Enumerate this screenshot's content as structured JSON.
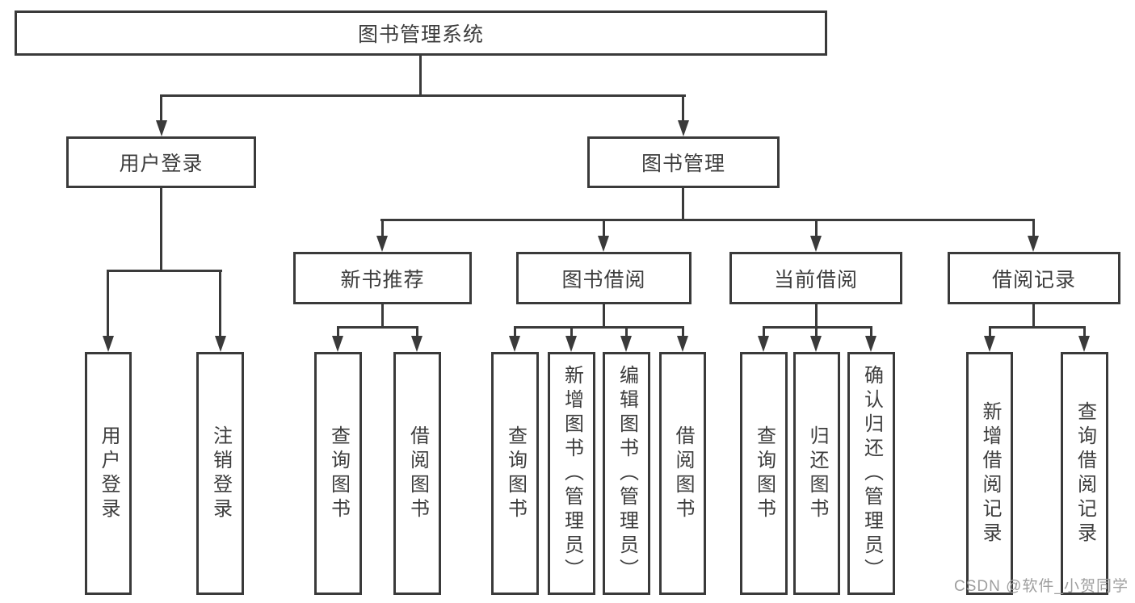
{
  "diagram": {
    "watermark": "CSDN @软件_小贺同学",
    "colors": {
      "line": "#3a3a3a",
      "text": "#3d3d3d",
      "background": "#ffffff",
      "watermark": "#9e9e9e"
    },
    "nodes": {
      "root": "图书管理系统",
      "userLogin": "用户登录",
      "bookMgmt": "图书管理",
      "leafUserLogin": "用户登录",
      "leafLogout": "注销登录",
      "newBookRec": "新书推荐",
      "bookBorrow": "图书借阅",
      "currentBorrow": "当前借阅",
      "borrowRecord": "借阅记录",
      "nbrQueryBook": "查询图书",
      "nbrBorrowBook": "借阅图书",
      "bbQueryBook": "查询图书",
      "bbAddBook": "新增图书（管理员）",
      "bbEditBook": "编辑图书（管理员）",
      "bbBorrowBook": "借阅图书",
      "cbQueryBook": "查询图书",
      "cbReturnBook": "归还图书",
      "cbConfirmReturn": "确认归还（管理员）",
      "brAddRecord": "新增借阅记录",
      "brQueryRecord": "查询借阅记录"
    }
  }
}
